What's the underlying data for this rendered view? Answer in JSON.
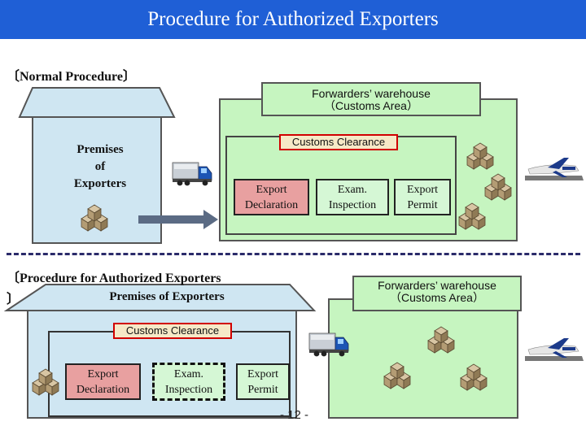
{
  "title": "Procedure for Authorized Exporters",
  "normal": {
    "heading": "〔Normal Procedure〕",
    "premises": [
      "Premises",
      "of",
      "Exporters"
    ],
    "warehouse": [
      "Forwarders’ warehouse",
      "（Customs Area）"
    ],
    "customs_clearance": "Customs Clearance",
    "steps": [
      {
        "lines": [
          "Export",
          "Declaration"
        ]
      },
      {
        "lines": [
          "Exam.",
          "Inspection"
        ]
      },
      {
        "lines": [
          "Export",
          "Permit"
        ]
      }
    ]
  },
  "authorized": {
    "heading": "〔Procedure for Authorized Exporters",
    "heading_bracket": "〕",
    "premises": "Premises of Exporters",
    "warehouse": [
      "Forwarders’ warehouse",
      "（Customs Area）"
    ],
    "customs_clearance": "Customs Clearance",
    "steps": [
      {
        "lines": [
          "Export",
          "Declaration"
        ]
      },
      {
        "lines": [
          "Exam.",
          "Inspection"
        ]
      },
      {
        "lines": [
          "Export",
          "Permit"
        ]
      }
    ]
  },
  "page_number": "- 12 -",
  "colors": {
    "title_bar": "#1f5fd6",
    "premises_fill": "#cfe6f2",
    "warehouse_fill": "#c6f5c0",
    "step_fill": "#d5f7d5",
    "declaration_highlight": "#e8a0a0",
    "border_red": "#d10000"
  },
  "icons": [
    "truck-icon",
    "package-icon",
    "airplane-icon",
    "arrow-right-icon"
  ]
}
